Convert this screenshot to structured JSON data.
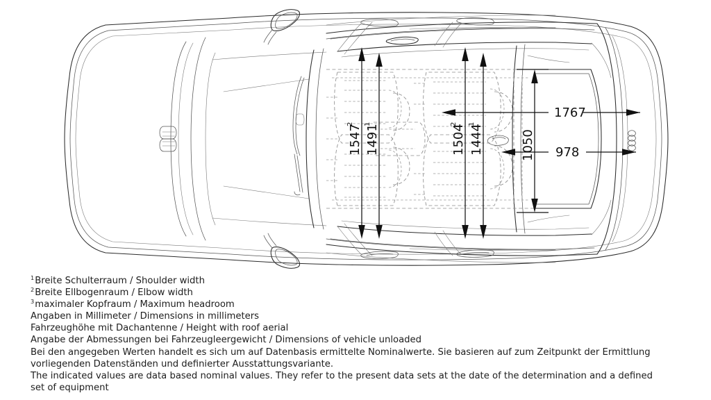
{
  "figure": {
    "type": "technical-drawing",
    "view": "top-view",
    "subject": "Audi vehicle top view with interior dimensions",
    "background_color": "#ffffff",
    "line_color": "#2b2b2b",
    "interior_line_color": "#8d8d8d",
    "dimension_color": "#111111"
  },
  "dimensions": {
    "vertical": [
      {
        "name": "front-elbow-width",
        "value": "1547",
        "superscript": "2",
        "unit": "mm"
      },
      {
        "name": "front-shoulder-width",
        "value": "1491",
        "superscript": "1",
        "unit": "mm"
      },
      {
        "name": "rear-elbow-width",
        "value": "1504",
        "superscript": "2",
        "unit": "mm"
      },
      {
        "name": "rear-shoulder-width",
        "value": "1444",
        "superscript": "1",
        "unit": "mm"
      }
    ],
    "horizontal": [
      {
        "name": "overall-width",
        "value": "1767",
        "unit": "mm"
      },
      {
        "name": "luggage-width",
        "value": "978",
        "unit": "mm"
      }
    ],
    "boot": [
      {
        "name": "luggage-compartment-length",
        "value": "1050",
        "unit": "mm"
      }
    ]
  },
  "footnotes": [
    {
      "marker": "1",
      "text": "Breite Schulterraum / Shoulder width"
    },
    {
      "marker": "2",
      "text": "Breite Ellbogenraum / Elbow width"
    },
    {
      "marker": "3",
      "text": "maximaler Kopfraum / Maximum headroom"
    }
  ],
  "notes": [
    "Angaben in Millimeter / Dimensions in millimeters",
    "Fahrzeughöhe mit Dachantenne / Height with roof aerial",
    "Angabe der Abmessungen bei Fahrzeugleergewicht / Dimensions of vehicle unloaded"
  ],
  "disclaimer": {
    "de": "Bei den angegeben Werten handelt es sich um auf Datenbasis ermittelte Nominalwerte. Sie basieren auf zum Zeitpunkt der Ermittlung vorliegenden Datenständen und definierter Ausstattungsvariante.",
    "en": "The indicated values are data based nominal values. They refer to the present data sets at the date of the determination and a defined set of equipment"
  }
}
